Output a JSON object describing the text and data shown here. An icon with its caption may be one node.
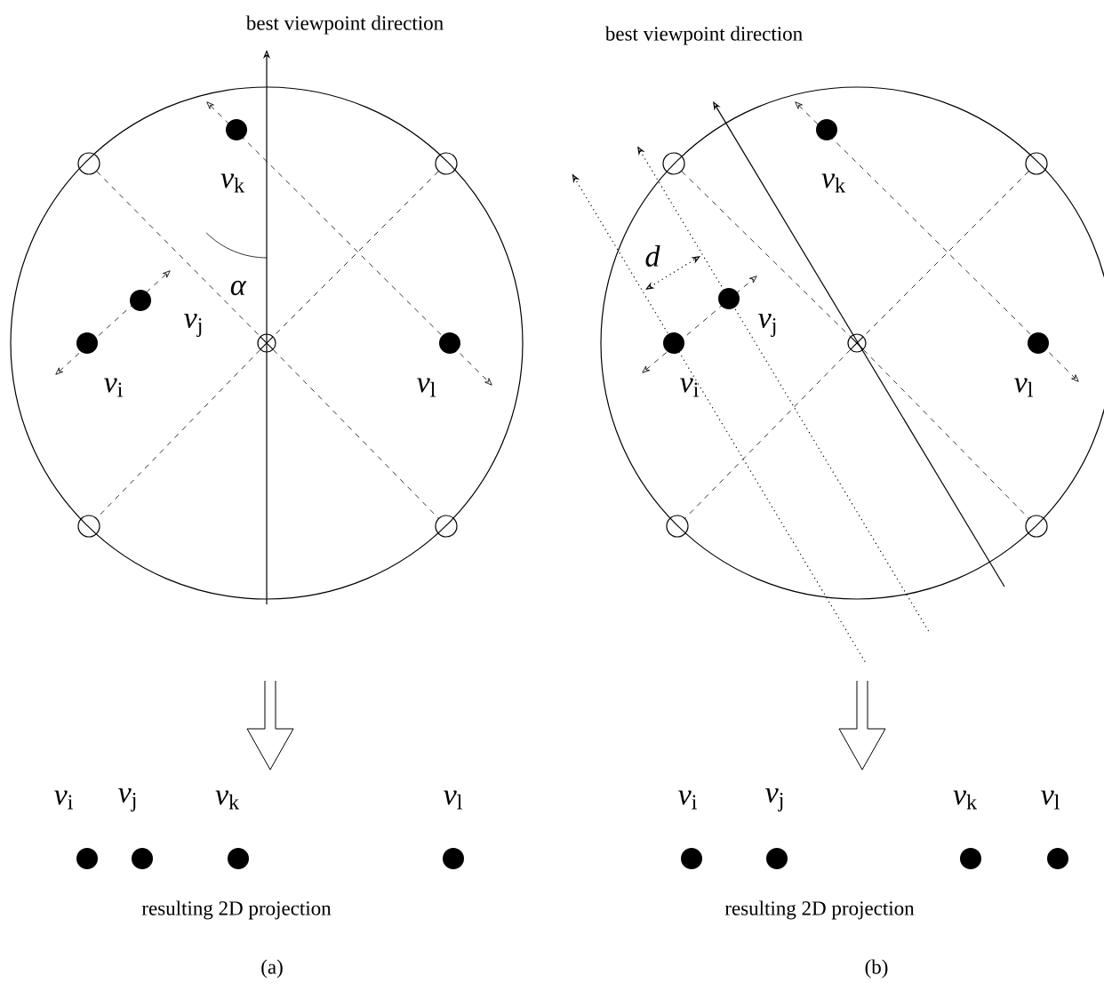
{
  "diagram": {
    "nodes": [
      {
        "text": [],
        "shape": "circle"
      },
      {
        "text": [],
        "shape": "circle"
      },
      {
        "text": [],
        "shape": "circle"
      },
      {
        "text": [],
        "shape": "circle"
      },
      {
        "text": [],
        "shape": "circle"
      },
      {
        "text": [],
        "shape": "circle"
      },
      {
        "text": [],
        "shape": "circle"
      },
      {
        "text": [],
        "shape": "circle"
      },
      {
        "text": [],
        "shape": "circle"
      },
      {
        "text": [],
        "shape": "circle"
      }
    ],
    "edges": [
      {
        "from": 0,
        "to": 2,
        "arrow": "none",
        "style": "dashed"
      },
      {
        "from": 2,
        "to": 4,
        "arrow": "none",
        "style": "dashed"
      },
      {
        "from": 1,
        "to": 2,
        "arrow": "none",
        "style": "dashed"
      },
      {
        "from": 2,
        "to": 3,
        "arrow": "none",
        "style": "dashed"
      },
      {
        "from": 5,
        "to": 7,
        "arrow": "none",
        "style": "dashed"
      },
      {
        "from": 7,
        "to": 9,
        "arrow": "none",
        "style": "dashed"
      },
      {
        "from": 6,
        "to": 7,
        "arrow": "none",
        "style": "dashed"
      },
      {
        "from": 7,
        "to": 8,
        "arrow": "none",
        "style": "dashed"
      }
    ],
    "labels": [
      "best viewpoint direction",
      "*v*$_{k}$",
      "*α*",
      "*v*$_{j}$",
      "*v*$_{i}$",
      "*v*$_{l}$",
      "*v*$_{i}$",
      "*v*$_{j}$",
      "*v*$_{k}$",
      "*v*$_{l}$",
      "resulting 2D projection",
      "(a)",
      "best viewpoint direction",
      "*v*$_{k}$",
      "*d*",
      "*v*$_{j}$",
      "*v*$_{i}$",
      "*v*$_{l}$",
      "*v*$_{i}$",
      "*v*$_{j}$",
      "*v*$_{k}$",
      "*v*$_{l}$",
      "resulting 2D projection",
      "(b)"
    ]
  }
}
